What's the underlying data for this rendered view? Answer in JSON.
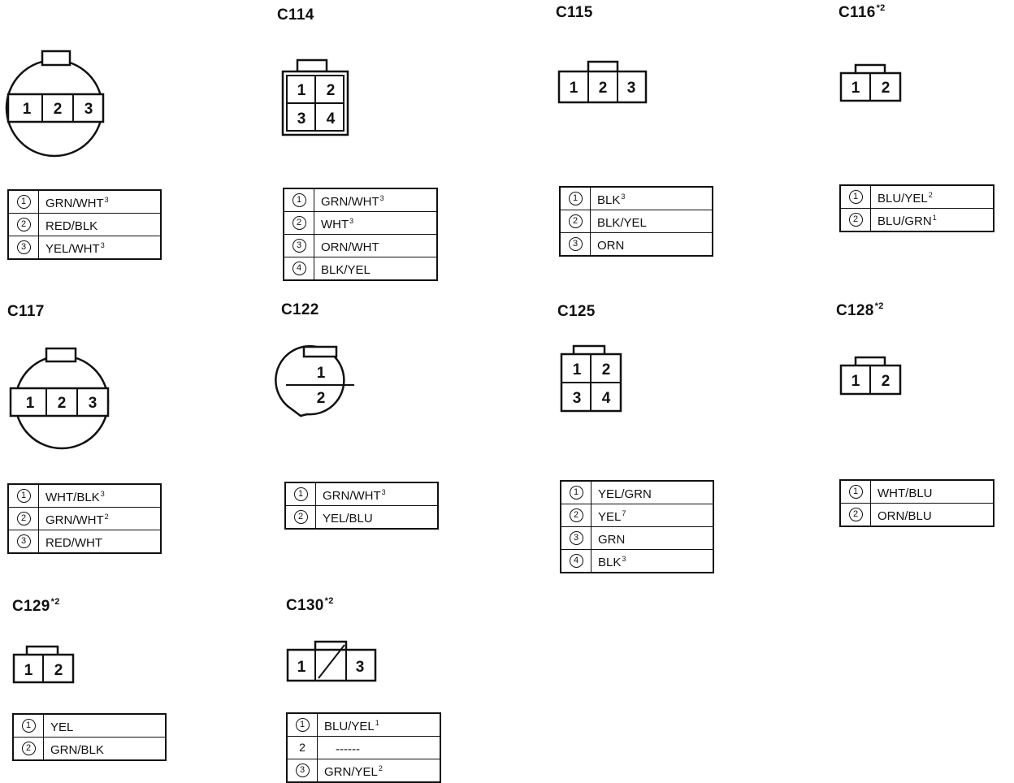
{
  "connectors": {
    "c_first": {
      "title": "",
      "pins": [
        "1",
        "2",
        "3"
      ],
      "wires": [
        {
          "n": "1",
          "color": "GRN/WHT",
          "note": "3"
        },
        {
          "n": "2",
          "color": "RED/BLK",
          "note": ""
        },
        {
          "n": "3",
          "color": "YEL/WHT",
          "note": "3"
        }
      ]
    },
    "c114": {
      "title": "C114",
      "mark": "",
      "pins": [
        "1",
        "2",
        "3",
        "4"
      ],
      "wires": [
        {
          "n": "1",
          "color": "GRN/WHT",
          "note": "3"
        },
        {
          "n": "2",
          "color": "WHT",
          "note": "3"
        },
        {
          "n": "3",
          "color": "ORN/WHT",
          "note": ""
        },
        {
          "n": "4",
          "color": "BLK/YEL",
          "note": ""
        }
      ]
    },
    "c115": {
      "title": "C115",
      "mark": "",
      "pins": [
        "1",
        "2",
        "3"
      ],
      "wires": [
        {
          "n": "1",
          "color": "BLK",
          "note": "3"
        },
        {
          "n": "2",
          "color": "BLK/YEL",
          "note": ""
        },
        {
          "n": "3",
          "color": "ORN",
          "note": ""
        }
      ]
    },
    "c116": {
      "title": "C116",
      "mark": "*2",
      "pins": [
        "1",
        "2"
      ],
      "wires": [
        {
          "n": "1",
          "color": "BLU/YEL",
          "note": "2"
        },
        {
          "n": "2",
          "color": "BLU/GRN",
          "note": "1"
        }
      ]
    },
    "c117": {
      "title": "C117",
      "mark": "",
      "pins": [
        "1",
        "2",
        "3"
      ],
      "wires": [
        {
          "n": "1",
          "color": "WHT/BLK",
          "note": "3"
        },
        {
          "n": "2",
          "color": "GRN/WHT",
          "note": "2"
        },
        {
          "n": "3",
          "color": "RED/WHT",
          "note": ""
        }
      ]
    },
    "c122": {
      "title": "C122",
      "mark": "",
      "pins": [
        "1",
        "2"
      ],
      "wires": [
        {
          "n": "1",
          "color": "GRN/WHT",
          "note": "3"
        },
        {
          "n": "2",
          "color": "YEL/BLU",
          "note": ""
        }
      ]
    },
    "c125": {
      "title": "C125",
      "mark": "",
      "pins": [
        "1",
        "2",
        "3",
        "4"
      ],
      "wires": [
        {
          "n": "1",
          "color": "YEL/GRN",
          "note": ""
        },
        {
          "n": "2",
          "color": "YEL",
          "note": "7"
        },
        {
          "n": "3",
          "color": "GRN",
          "note": ""
        },
        {
          "n": "4",
          "color": "BLK",
          "note": "3"
        }
      ]
    },
    "c128": {
      "title": "C128",
      "mark": "*2",
      "pins": [
        "1",
        "2"
      ],
      "wires": [
        {
          "n": "1",
          "color": "WHT/BLU",
          "note": ""
        },
        {
          "n": "2",
          "color": "ORN/BLU",
          "note": ""
        }
      ]
    },
    "c129": {
      "title": "C129",
      "mark": "*2",
      "pins": [
        "1",
        "2"
      ],
      "wires": [
        {
          "n": "1",
          "color": "YEL",
          "note": ""
        },
        {
          "n": "2",
          "color": "GRN/BLK",
          "note": ""
        }
      ]
    },
    "c130": {
      "title": "C130",
      "mark": "*2",
      "pins": [
        "1",
        "3"
      ],
      "wires": [
        {
          "n": "1",
          "color": "BLU/YEL",
          "note": "1"
        },
        {
          "n": "2",
          "color": "------",
          "note": ""
        },
        {
          "n": "3",
          "color": "GRN/YEL",
          "note": "2"
        }
      ]
    }
  }
}
